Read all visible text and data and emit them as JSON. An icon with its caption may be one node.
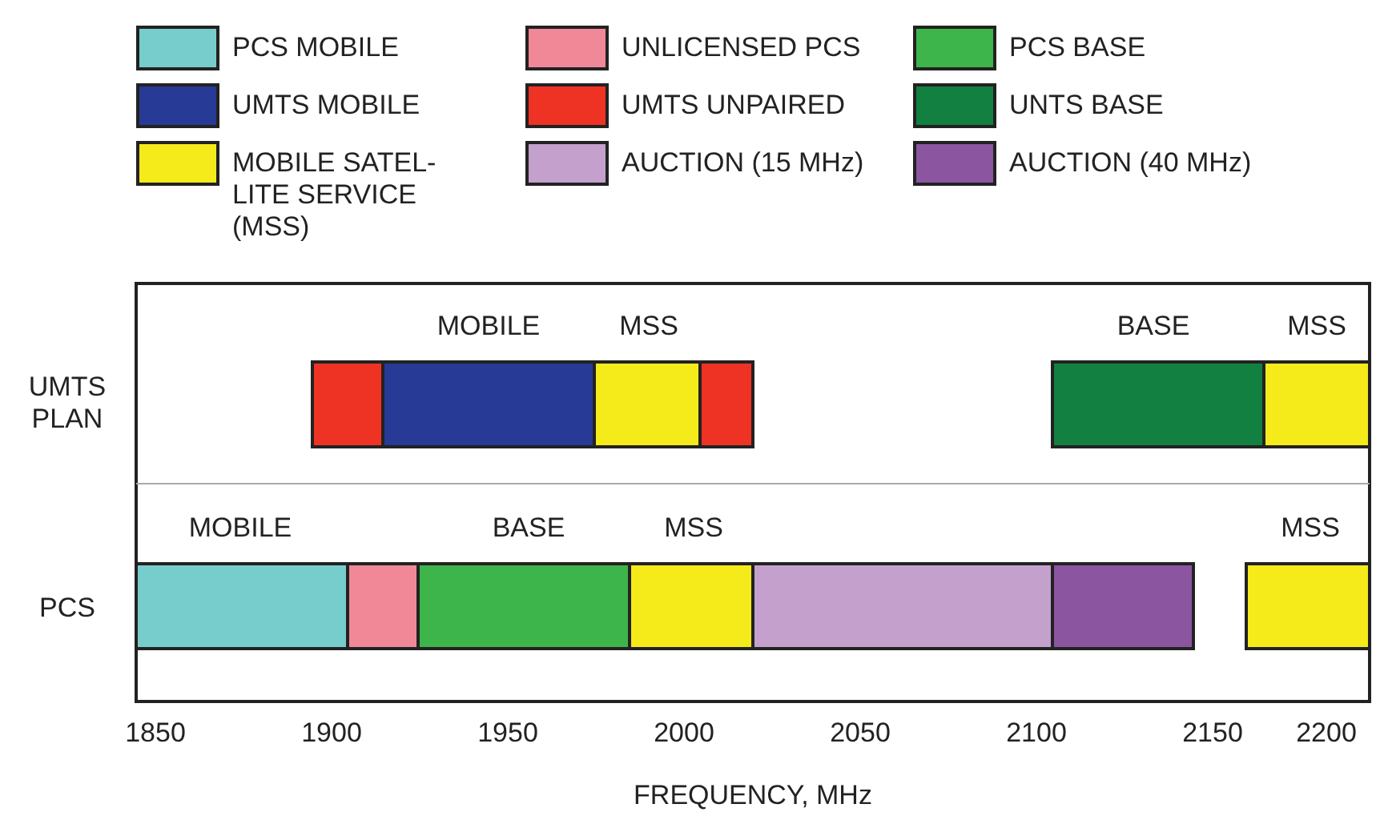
{
  "diagram": {
    "labels": [
      "MOBILE",
      "MSS",
      "BASE",
      "MSS",
      "UMTS PLAN",
      "MOBILE",
      "BASE",
      "MSS",
      "MSS",
      "PCS",
      "1850",
      "1900",
      "1950",
      "2000",
      "2050",
      "2100",
      "2150",
      "2200",
      "FREQUENCY, MHz"
    ],
    "legend": [
      {
        "text": "PCS MOBILE",
        "color": "#77cccc"
      },
      {
        "text": "UNLICENSED PCS",
        "color": "#f08898"
      },
      {
        "text": "PCS BASE",
        "color": "#3db54a"
      },
      {
        "text": "UMTS MOBILE",
        "color": "#263a96"
      },
      {
        "text": "UMTS UNPAIRED",
        "color": "#ee3324"
      },
      {
        "text": "UNTS BASE",
        "color": "#128040"
      },
      {
        "text": "MOBILE SATEL- LITE SERVICE (MSS)",
        "color": "#f5ea1a"
      },
      {
        "text": "AUCTION (15 MHz)",
        "color": "#c4a0cc"
      },
      {
        "text": "AUCTION (40 MHz)",
        "color": "#8b55a0"
      }
    ]
  }
}
